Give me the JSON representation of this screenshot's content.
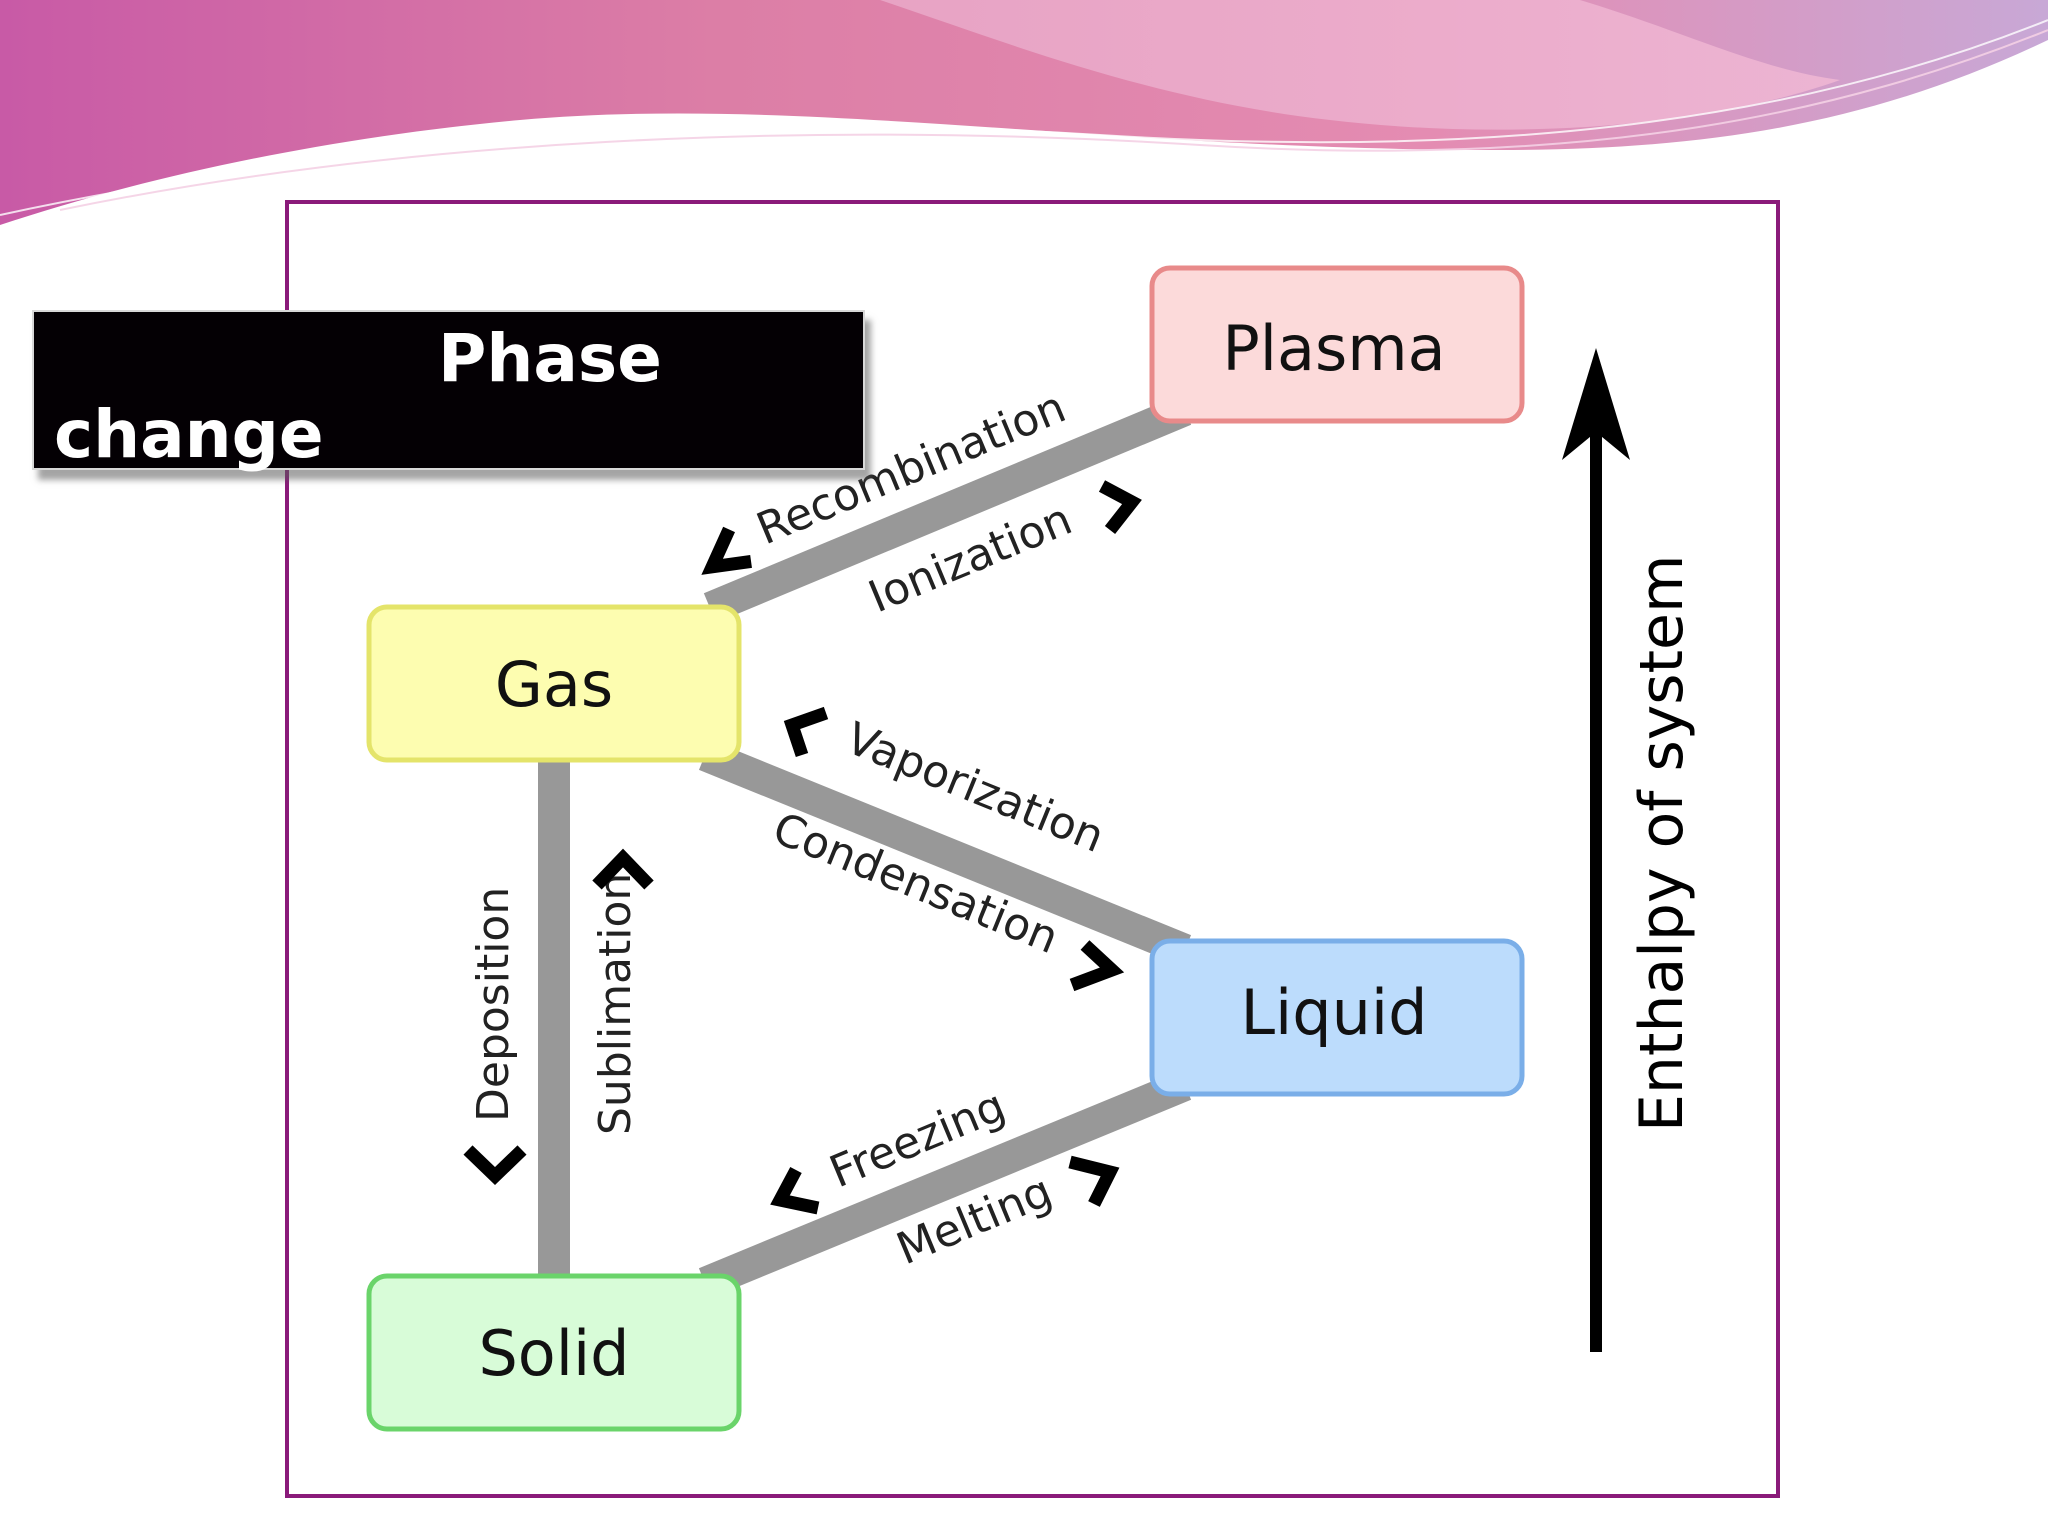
{
  "title": {
    "line1": "Phase",
    "line2": "change"
  },
  "colors": {
    "frame": "#8a1a7a",
    "plasma_fill": "#fcdada",
    "plasma_stroke": "#e88a8a",
    "gas_fill": "#fdfdb0",
    "gas_stroke": "#e4e46a",
    "liquid_fill": "#bcdcfc",
    "liquid_stroke": "#7aaee8",
    "solid_fill": "#d8fcd8",
    "solid_stroke": "#6ad46a",
    "connector": "#989898"
  },
  "nodes": {
    "plasma": "Plasma",
    "gas": "Gas",
    "liquid": "Liquid",
    "solid": "Solid"
  },
  "transitions": {
    "recombination": "Recombination",
    "ionization": "Ionization",
    "vaporization": "Vaporization",
    "condensation": "Condensation",
    "freezing": "Freezing",
    "melting": "Melting",
    "deposition": "Deposition",
    "sublimation": "Sublimation"
  },
  "axis": {
    "label": "Enthalpy of system",
    "direction_icon": "arrow-up-icon"
  }
}
